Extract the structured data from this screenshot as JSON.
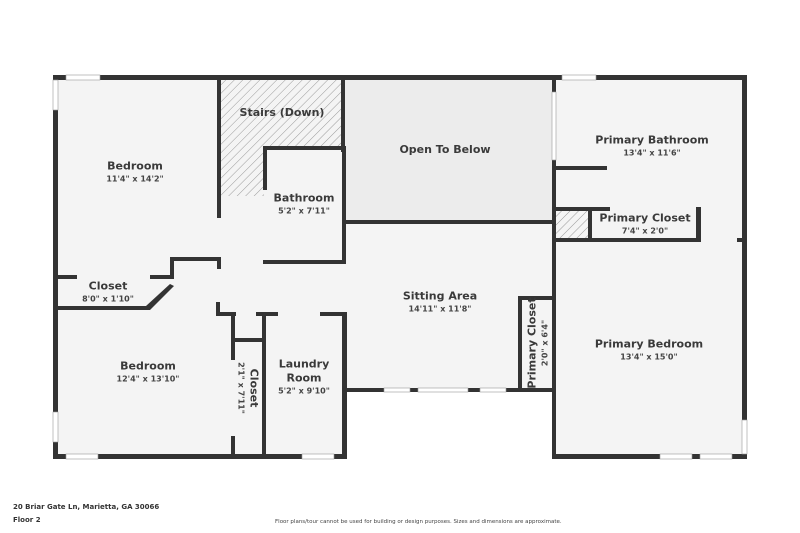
{
  "floorplan": {
    "address": "20 Briar Gate Ln, Marietta, GA 30066",
    "floor": "Floor 2",
    "disclaimer": "Floor plans/tour cannot be used for building or design purposes. Sizes and dimensions are approximate.",
    "colors": {
      "wall": "#333333",
      "room_fill": "#f4f4f4",
      "open_below_fill": "#ececec",
      "hatch": "#9a9a9a",
      "background": "#ffffff"
    },
    "rooms": [
      {
        "name": "Bedroom",
        "dims": "11'4\" x 14'2\""
      },
      {
        "name": "Stairs (Down)",
        "dims": ""
      },
      {
        "name": "Bathroom",
        "dims": "5'2\" x 7'11\""
      },
      {
        "name": "Open To Below",
        "dims": ""
      },
      {
        "name": "Primary Bathroom",
        "dims": "13'4\" x 11'6\""
      },
      {
        "name": "Primary Closet",
        "dims": "7'4\" x 2'0\""
      },
      {
        "name": "Closet",
        "dims": "8'0\" x 1'10\""
      },
      {
        "name": "Sitting Area",
        "dims": "14'11\" x 11'8\""
      },
      {
        "name": "Primary Closet",
        "dims": "2'0\" x 6'4\""
      },
      {
        "name": "Primary Bedroom",
        "dims": "13'4\" x 15'0\""
      },
      {
        "name": "Bedroom",
        "dims": "12'4\" x 13'10\""
      },
      {
        "name": "Closet",
        "dims": "2'1\" x 7'11\""
      },
      {
        "name": "Laundry Room",
        "dims": "5'2\" x 9'10\""
      }
    ]
  }
}
